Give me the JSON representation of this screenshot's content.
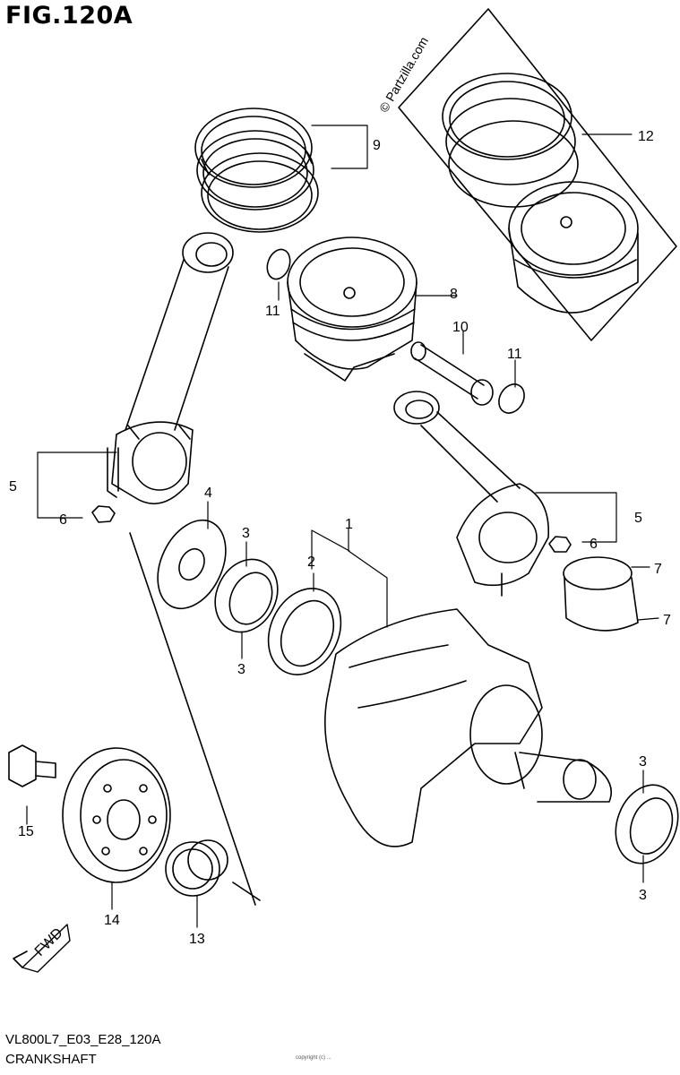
{
  "title": "FIG.120A",
  "watermark": "© Partzilla.com",
  "footer": {
    "code": "VL800L7_E03_E28_120A",
    "name": "CRANKSHAFT",
    "tiny": "copyright (c) ..."
  },
  "callouts": [
    "1",
    "2",
    "3",
    "3",
    "3",
    "3",
    "4",
    "5",
    "5",
    "6",
    "6",
    "7",
    "7",
    "8",
    "9",
    "10",
    "11",
    "11",
    "12",
    "13",
    "14",
    "15"
  ],
  "fwd_label": "FWD"
}
